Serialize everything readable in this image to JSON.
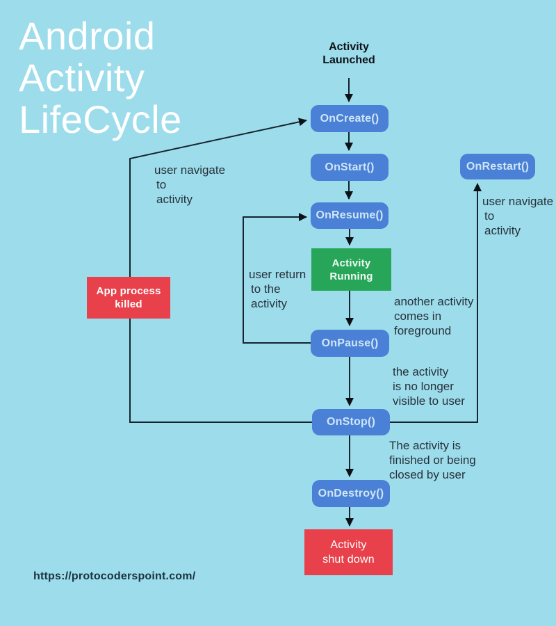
{
  "title": [
    "Android",
    "Activity",
    "LifeCycle"
  ],
  "top_label": [
    "Activity",
    "Launched"
  ],
  "nodes": {
    "oncreate": "OnCreate()",
    "onstart": "OnStart()",
    "onresume": "OnResume()",
    "onpause": "OnPause()",
    "onstop": "OnStop()",
    "ondestroy": "OnDestroy()",
    "onrestart": "OnRestart()",
    "activity_running": [
      "Activity",
      "Running"
    ],
    "app_process_killed": [
      "App process",
      "killed"
    ],
    "activity_shut_down": [
      "Activity",
      "shut down"
    ]
  },
  "labels": {
    "nav_left": [
      "user navigate",
      "to",
      "activity"
    ],
    "user_return": [
      "user return",
      "to the",
      "activity"
    ],
    "another_activity": [
      "another activity",
      "comes in",
      "foreground"
    ],
    "nav_right": [
      "user navigate",
      "to",
      "activity"
    ],
    "not_visible": [
      "the activity",
      "is no longer",
      "visible to user"
    ],
    "finished": [
      "The activity is",
      "finished or being",
      "closed by user"
    ]
  },
  "footer": {
    "url": "https://protocoderspoint.com/"
  },
  "colors": {
    "background": "#9ddcea",
    "node_blue": "#4a80d5",
    "node_blue_text": "#cfe6f8",
    "node_green": "#27a65a",
    "node_red": "#e8414b",
    "node_light_text": "#ffffff",
    "connector_line": "#15242e",
    "arrowhead": "#0c1118",
    "label_text": "#26323c",
    "title_text": "#ffffff",
    "url_text": "#1a3242"
  }
}
